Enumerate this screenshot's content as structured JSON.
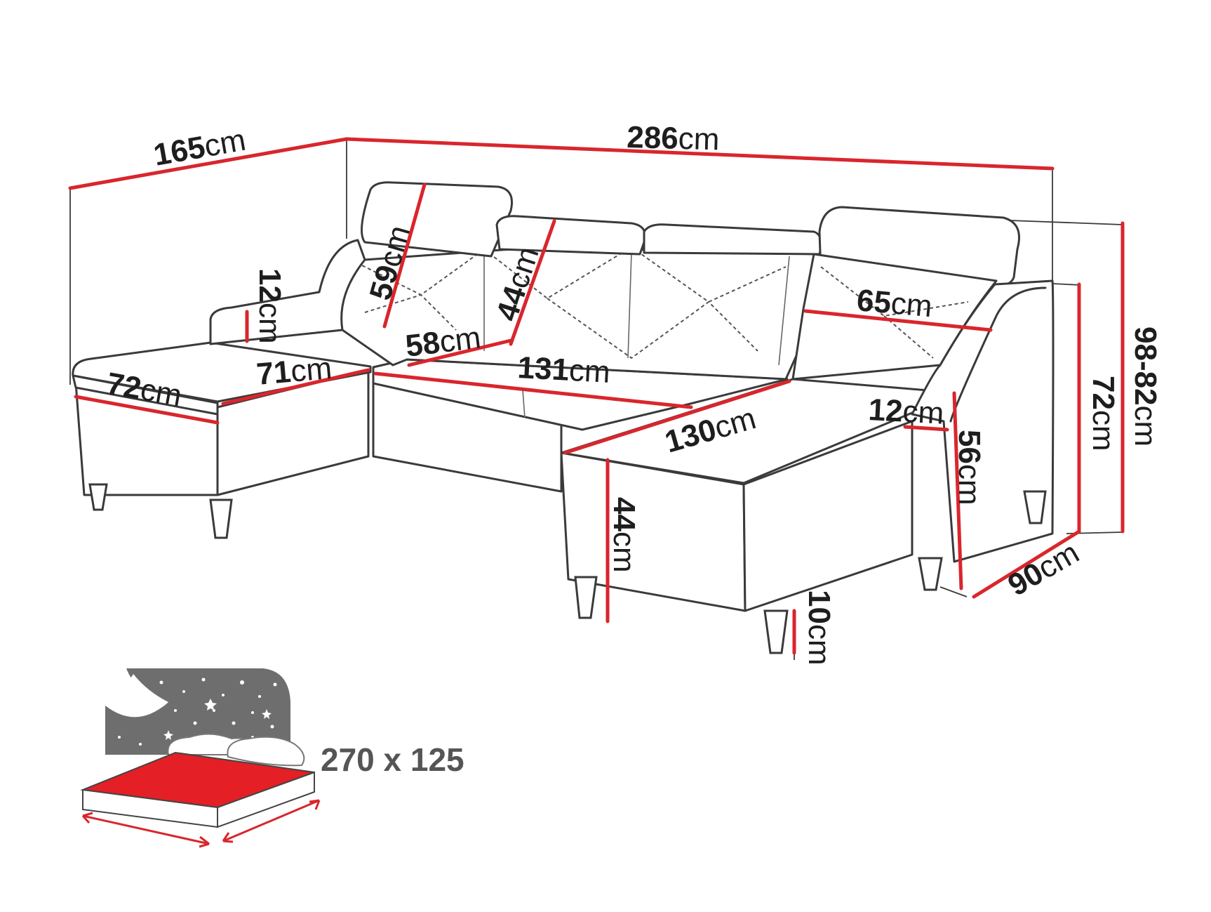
{
  "dimensions": {
    "unit": "cm",
    "left_chaise_length": "165",
    "total_width": "286",
    "backrest_height": "59",
    "inner_back_height": "44",
    "armrest_height_left": "12",
    "armrest_height_right": "12",
    "chaise_width": "72",
    "chaise_seat_depth": "71",
    "seat_depth_middle": "58",
    "middle_seat_width": "131",
    "right_chaise_length": "130",
    "right_back_width": "65",
    "seat_height": "44",
    "arm_height": "56",
    "leg_height": "10",
    "depth": "90",
    "height_total": "72",
    "height_with_headrest": "98-82"
  },
  "bed": {
    "size_label": "270 x 125"
  },
  "colors": {
    "dimension_line": "#d9262c",
    "outline": "#3a3a3a",
    "mattress": "#e41f25",
    "panel": "#6e6e6e"
  }
}
